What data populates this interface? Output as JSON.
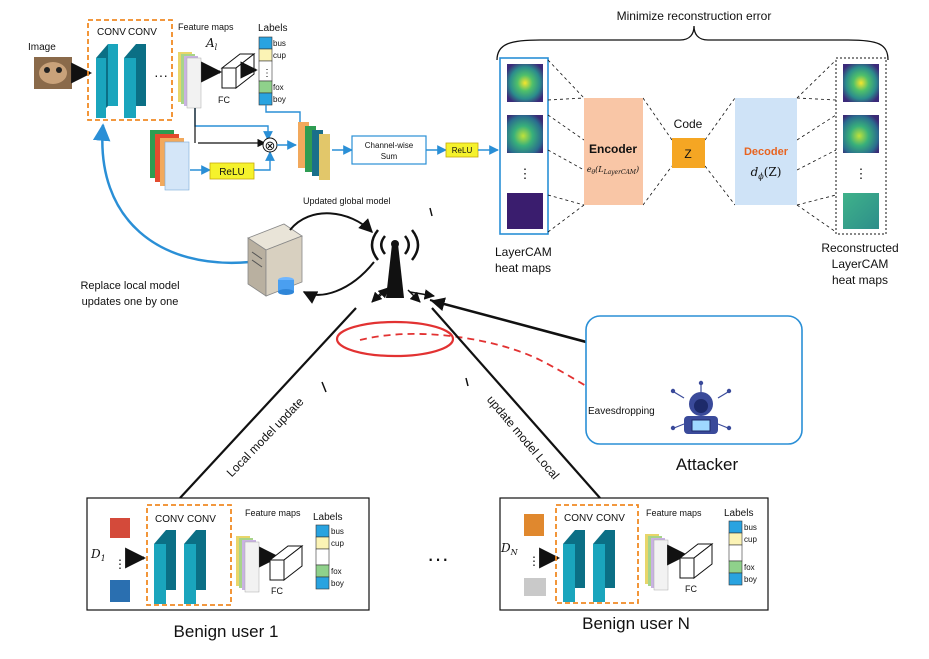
{
  "top": {
    "image_label": "Image",
    "conv1": "CONV",
    "conv2": "CONV",
    "ellipsis": "···",
    "feature_maps": "Feature maps",
    "feature_symbol": "A",
    "feature_sub": "l",
    "labels_title": "Labels",
    "labels": [
      "bus",
      "cup",
      "fox",
      "boy"
    ],
    "fc": "FC",
    "relu_left": "ReLU",
    "otimes": "⊗",
    "channel_sum_1": "Channel-wise",
    "channel_sum_2": "Sum",
    "relu_right": "ReLU"
  },
  "autoencoder": {
    "minimize": "Minimize  reconstruction error",
    "encoder": "Encoder",
    "encoder_fn": "e",
    "encoder_fn_sub": "θ",
    "encoder_fn_arg": "(L",
    "encoder_fn_arg_sub": "LayerCAM",
    "encoder_fn_close": ")",
    "code_label": "Code",
    "code_symbol": "Z",
    "decoder": "Decoder",
    "decoder_fn": "d",
    "decoder_fn_sub": "ϕ",
    "decoder_fn_arg": "(Z)",
    "vdots": "⋮",
    "layercam_1": "LayerCAM",
    "layercam_2": "heat maps",
    "recon_1": "Reconstructed",
    "recon_2": "LayerCAM",
    "recon_3": "heat maps"
  },
  "server": {
    "updated_global": "Updated global model",
    "replace_1": "Replace local model",
    "replace_2": "updates one by one"
  },
  "links": {
    "local_update_left": "Local model update",
    "local_update_right": "update model Local",
    "eavesdropping": "Eavesdropping",
    "attacker": "Attacker"
  },
  "users": {
    "user1_dataset": "D",
    "user1_sub": "1",
    "userN_dataset": "D",
    "userN_sub": "N",
    "conv1": "CONV",
    "conv2": "CONV",
    "feature_maps": "Feature maps",
    "labels_title": "Labels",
    "labels": [
      "bus",
      "cup",
      "fox",
      "boy"
    ],
    "fc": "FC",
    "between": "···",
    "user1_caption": "Benign user 1",
    "userN_caption": "Benign user N"
  },
  "colors": {
    "conv_front": "#1aa5bd",
    "conv_side": "#0b6f85",
    "dashed_orange": "#f08a24",
    "relu_yellow": "#f5f22c",
    "encoder_fill": "#f9c6a6",
    "code_fill": "#f5a623",
    "decoder_fill": "#cfe3f7",
    "decoder_text": "#e8631f",
    "eavesdrop_red": "#e23232",
    "label_blue": "#29a3e0",
    "label_green": "#8fd18b",
    "label_yellow": "#fbf3b5"
  }
}
